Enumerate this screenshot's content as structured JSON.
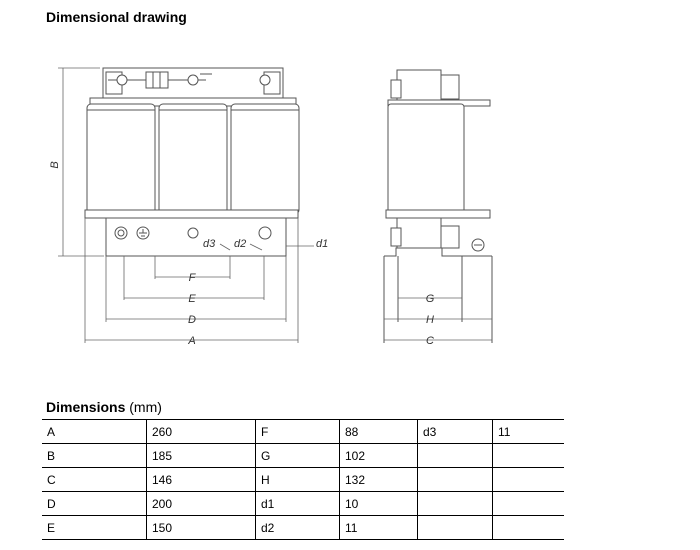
{
  "heading": "Dimensional drawing",
  "drawing_labels": {
    "B": "B",
    "F": "F",
    "E": "E",
    "D": "D",
    "A": "A",
    "G": "G",
    "H": "H",
    "C": "C",
    "d1": "d1",
    "d2": "d2",
    "d3": "d3"
  },
  "dimensions": {
    "title": "Dimensions",
    "unit": "(mm)",
    "rows": [
      [
        "A",
        "260",
        "F",
        "88",
        "d3",
        "11"
      ],
      [
        "B",
        "185",
        "G",
        "102",
        "",
        ""
      ],
      [
        "C",
        "146",
        "H",
        "132",
        "",
        ""
      ],
      [
        "D",
        "200",
        "d1",
        "10",
        "",
        ""
      ],
      [
        "E",
        "150",
        "d2",
        "11",
        "",
        ""
      ]
    ]
  }
}
